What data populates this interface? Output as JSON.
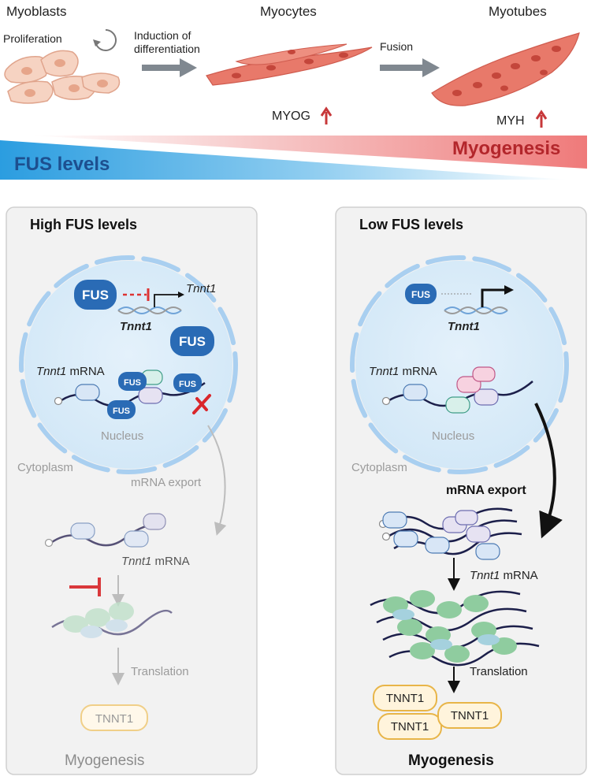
{
  "top": {
    "stage_myoblasts": "Myoblasts",
    "stage_myocytes": "Myocytes",
    "stage_myotubes": "Myotubes",
    "proliferation": "Proliferation",
    "induction_line1": "Induction of",
    "induction_line2": "differentiation",
    "fusion": "Fusion",
    "marker_myog": "MYOG",
    "marker_myh": "MYH",
    "fus_levels": "FUS levels",
    "myogenesis_gradient": "Myogenesis"
  },
  "left_panel": {
    "title": "High FUS levels",
    "fus_label": "FUS",
    "fus_label_2": "FUS",
    "gene_label": "Tnnt1",
    "gene_target_label": "Tnnt1",
    "mrna_gene": "Tnnt1",
    "mrna_word": " mRNA",
    "bound_fus": [
      "FUS",
      "FUS",
      "FUS"
    ],
    "nucleus": "Nucleus",
    "cytoplasm": "Cytoplasm",
    "export": "mRNA export",
    "cyto_mrna_gene": "Tnnt1",
    "cyto_mrna_word": " mRNA",
    "translation": "Translation",
    "protein": "TNNT1",
    "outcome": "Myogenesis"
  },
  "right_panel": {
    "title": "Low FUS levels",
    "fus_label": "FUS",
    "gene_label": "Tnnt1",
    "mrna_gene": "Tnnt1",
    "mrna_word": " mRNA",
    "nucleus": "Nucleus",
    "cytoplasm": "Cytoplasm",
    "export": "mRNA export",
    "cyto_mrna_gene": "Tnnt1",
    "cyto_mrna_word": " mRNA",
    "translation": "Translation",
    "proteins": [
      "TNNT1",
      "TNNT1",
      "TNNT1"
    ],
    "outcome": "Myogenesis"
  },
  "colors": {
    "fus_blue": "#2a6bb5",
    "myogenesis_red": "#c7383a",
    "faded_text": "#9b9b9b",
    "protein_border": "#e8b548"
  }
}
